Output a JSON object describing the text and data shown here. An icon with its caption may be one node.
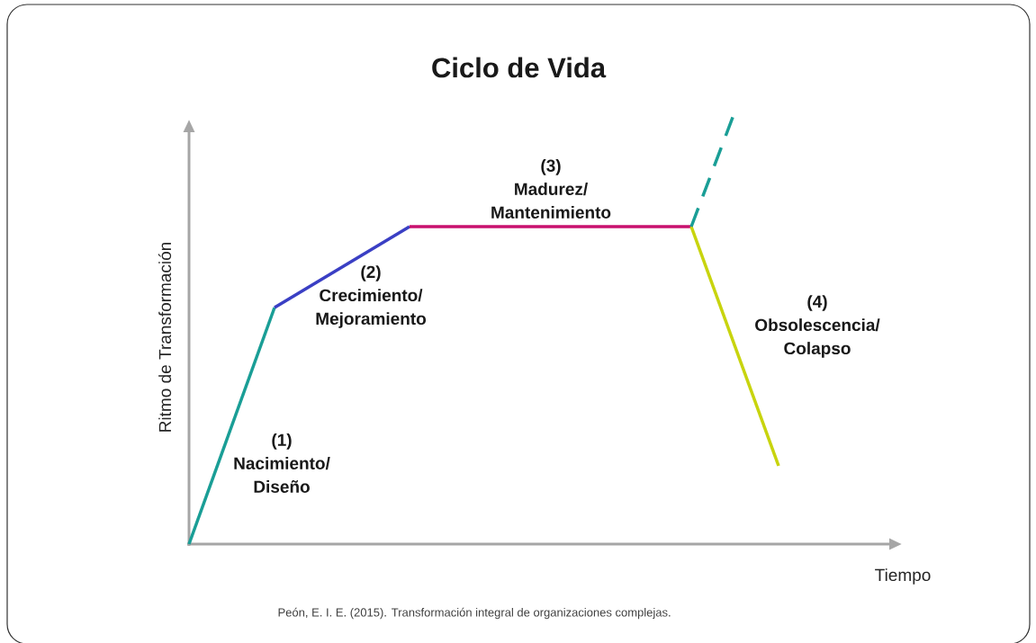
{
  "diagram": {
    "title": "Ciclo de Vida",
    "labels": [
      "(3) Madurez/ Mantenimiento",
      "(2) Crecimiento/ Mejoramiento",
      "Ritmo de Transformación",
      "(4) Obsolescencia/ Colapso",
      "(1) Nacimiento/ Diseño",
      "Tiempo"
    ],
    "caption": "Peón, E. I. E. (2015). Transformación integral de organizaciones complejas."
  }
}
